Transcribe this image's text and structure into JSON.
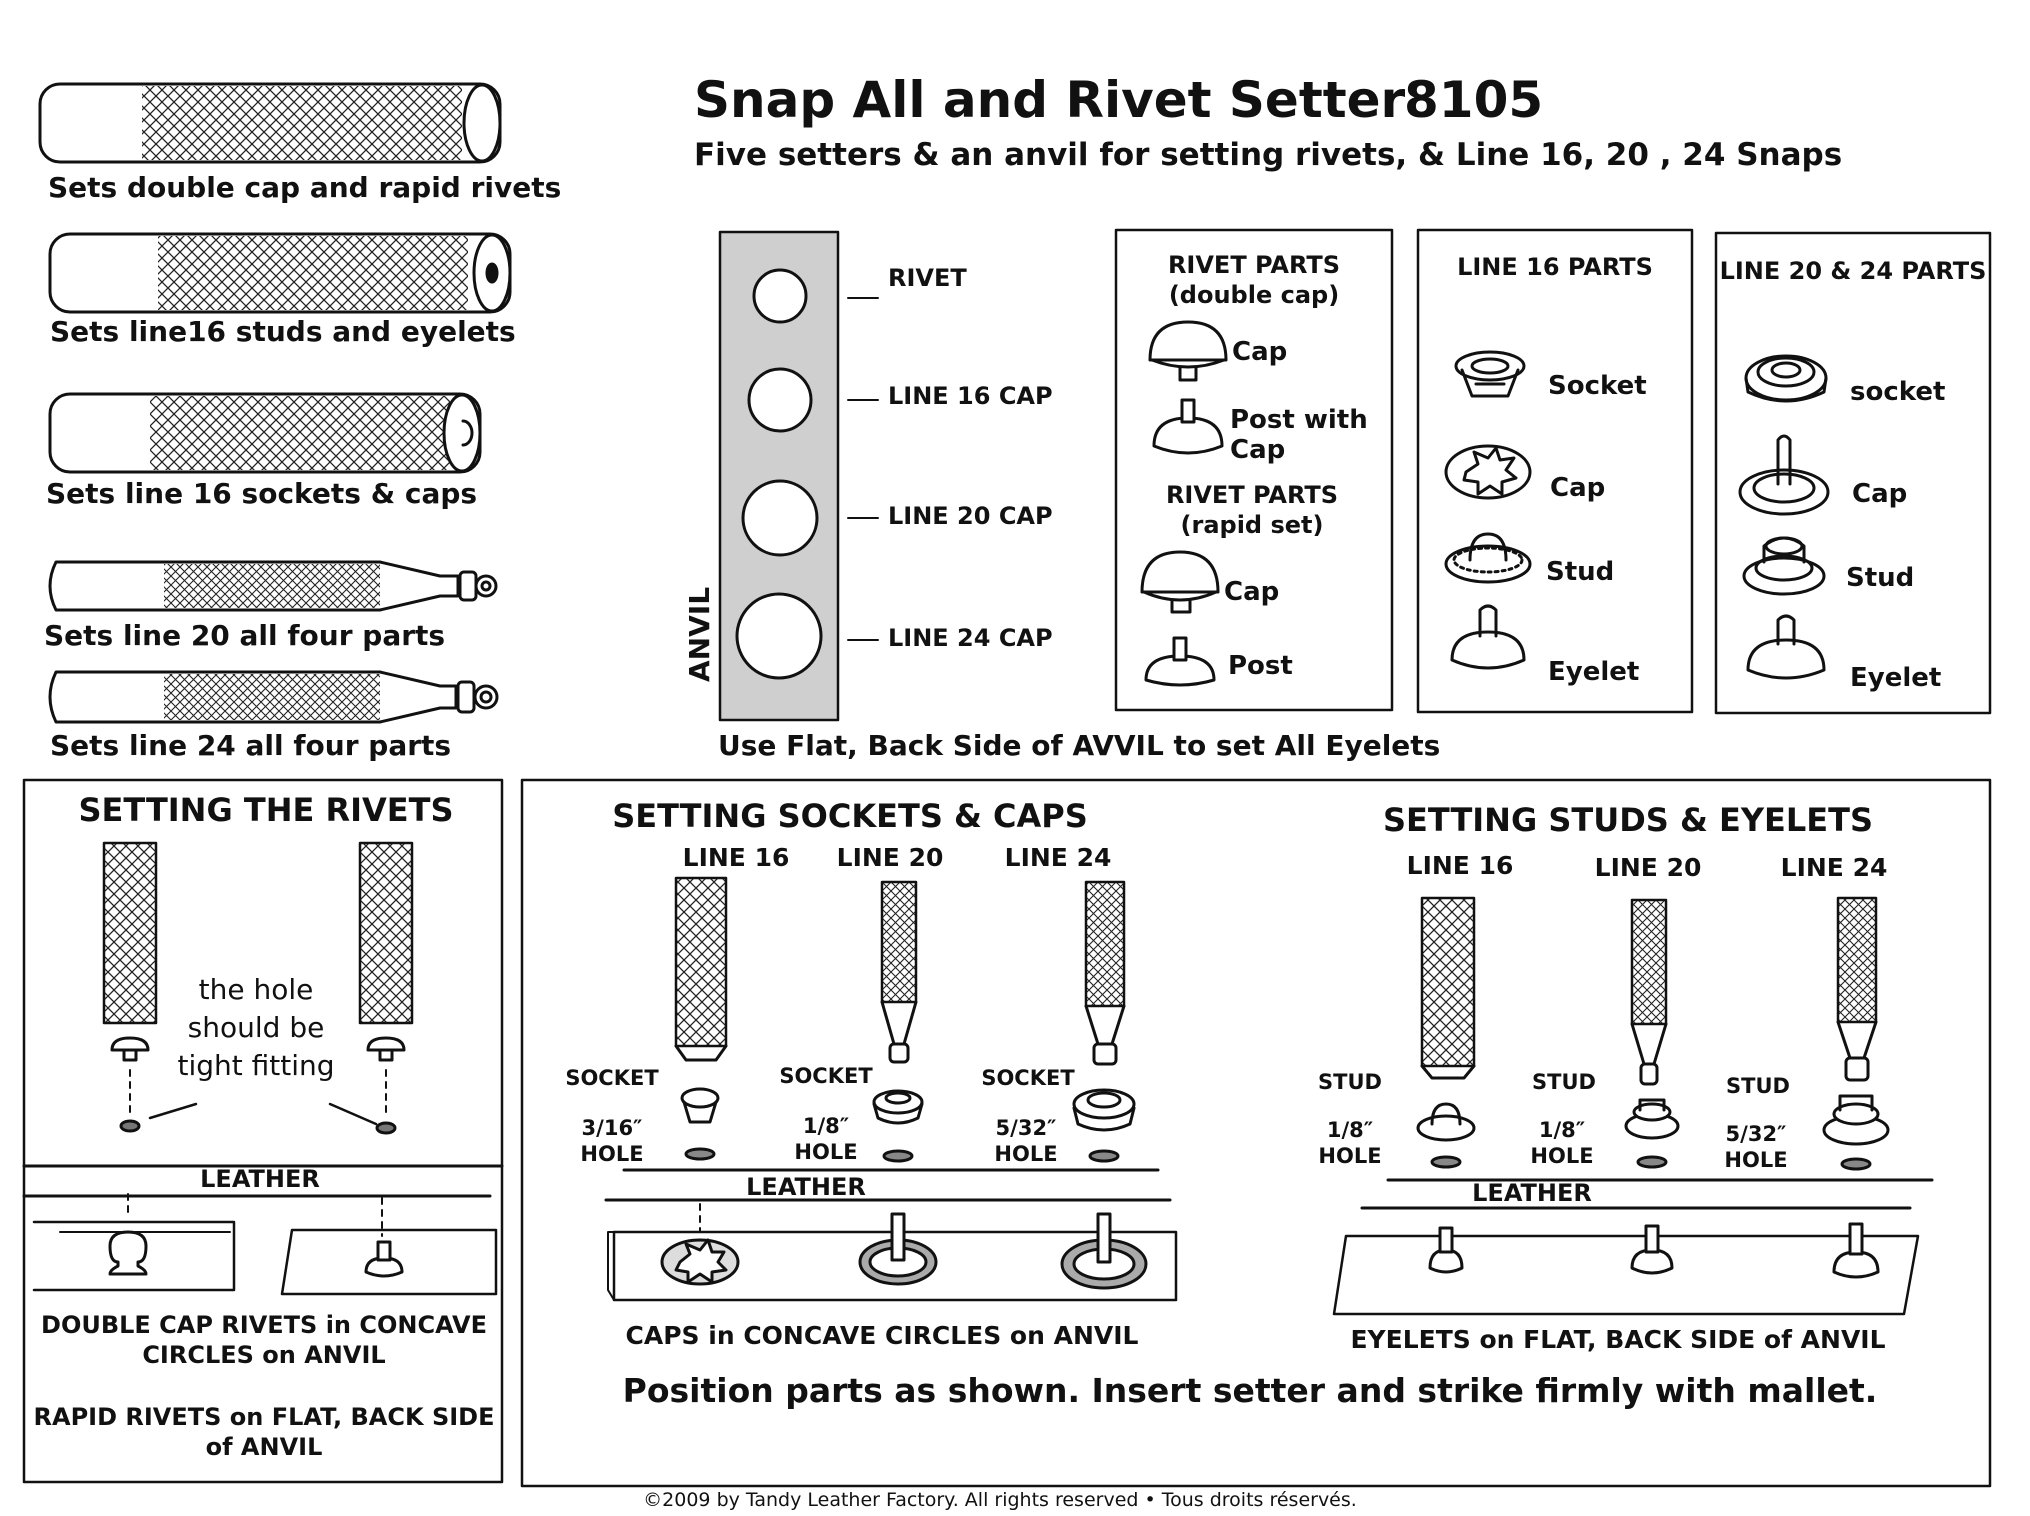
{
  "header": {
    "title": "Snap All and Rivet Setter",
    "number": "8105",
    "subtitle": "Five setters & an anvil for setting rivets, & Line 16, 20 , 24 Snaps"
  },
  "setters": [
    "Sets double cap and rapid rivets",
    "Sets line16 studs and eyelets",
    "Sets line 16 sockets & caps",
    "Sets line 20 all four parts",
    "Sets line 24 all four parts"
  ],
  "anvil": {
    "side_label": "ANVIL",
    "holes": [
      "RIVET",
      "LINE 16 CAP",
      "LINE 20 CAP",
      "LINE 24 CAP"
    ],
    "note": "Use Flat, Back Side of AVVIL to set All Eyelets"
  },
  "parts": {
    "rivet": {
      "title1": "RIVET PARTS",
      "title1_sub": "(double cap)",
      "cap": "Cap",
      "post_with_cap_1": "Post with",
      "post_with_cap_2": "Cap",
      "title2": "RIVET PARTS",
      "title2_sub": "(rapid set)",
      "cap2": "Cap",
      "post": "Post"
    },
    "line16": {
      "title": "LINE 16 PARTS",
      "socket": "Socket",
      "cap": "Cap",
      "stud": "Stud",
      "eyelet": "Eyelet"
    },
    "line2024": {
      "title": "LINE 20 & 24 PARTS",
      "socket": "socket",
      "cap": "Cap",
      "stud": "Stud",
      "eyelet": "Eyelet"
    }
  },
  "rivets_panel": {
    "title": "SETTING THE RIVETS",
    "note_1": "the hole",
    "note_2": "should be",
    "note_3": "tight fitting",
    "leather": "LEATHER",
    "caption1_line1": "DOUBLE CAP RIVETS in CONCAVE",
    "caption1_line2": "CIRCLES on ANVIL",
    "caption2_line1": "RAPID RIVETS on FLAT, BACK SIDE",
    "caption2_line2": "of ANVIL"
  },
  "sockets_panel": {
    "title": "SETTING SOCKETS & CAPS",
    "lines": [
      "LINE 16",
      "LINE 20",
      "LINE 24"
    ],
    "part_label": "SOCKET",
    "holes": [
      [
        "3/16″",
        "HOLE"
      ],
      [
        "1/8″",
        "HOLE"
      ],
      [
        "5/32″",
        "HOLE"
      ]
    ],
    "leather": "LEATHER",
    "caption": "CAPS in CONCAVE CIRCLES on ANVIL"
  },
  "studs_panel": {
    "title": "SETTING STUDS & EYELETS",
    "lines": [
      "LINE 16",
      "LINE 20",
      "LINE 24"
    ],
    "part_label": "STUD",
    "holes": [
      [
        "1/8″",
        "HOLE"
      ],
      [
        "1/8″",
        "HOLE"
      ],
      [
        "5/32″",
        "HOLE"
      ]
    ],
    "leather": "LEATHER",
    "caption": "EYELETS on FLAT, BACK SIDE of ANVIL"
  },
  "instructions": "Position parts as shown. Insert setter and strike firmly with mallet.",
  "copyright": "©2009 by Tandy Leather Factory. All rights reserved • Tous droits réservés.",
  "colors": {
    "ink": "#111111",
    "anvil_gray": "#cfcfcf",
    "paper": "#ffffff"
  }
}
